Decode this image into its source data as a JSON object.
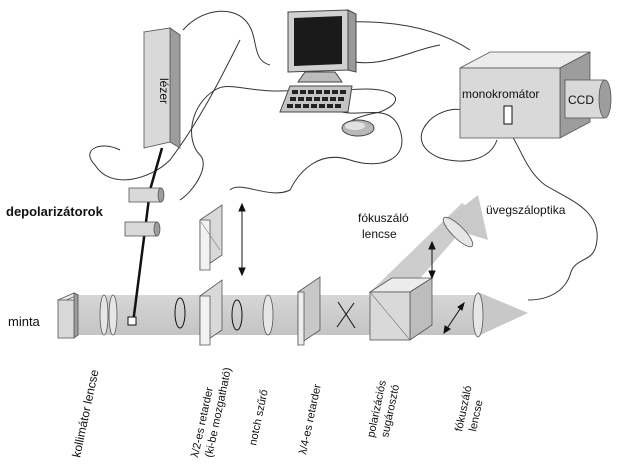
{
  "labels": {
    "laser": "lézer",
    "depolarizers": "depolarizátorok",
    "sample": "minta",
    "monochromator": "monokromátor",
    "ccd": "CCD",
    "fiber_optics": "üvegszáloptika",
    "focusing_lens_top_line1": "fókuszáló",
    "focusing_lens_top_line2": "lencse",
    "collimator_lens": "kollimátor lencse",
    "half_wave_line1": "λ/2-es retarder",
    "half_wave_line2": "(ki-be mozgatható)",
    "notch_filter": "notch szűrő",
    "quarter_wave": "λ/4-es retarder",
    "pol_splitter_line1": "polarizációs",
    "pol_splitter_line2": "sugárosztó",
    "focusing_lens_bottom_line1": "fókuszáló",
    "focusing_lens_bottom_line2": "lencse"
  },
  "colors": {
    "beam": "#cfcfcf",
    "component_face": "#d9d9d9",
    "component_side": "#9d9d9d",
    "component_top": "#ececec",
    "outline": "#555555",
    "cable": "#333333"
  },
  "icons": {
    "computer": "desktop-computer-icon",
    "mouse": "mouse-icon",
    "keyboard": "keyboard-icon"
  }
}
